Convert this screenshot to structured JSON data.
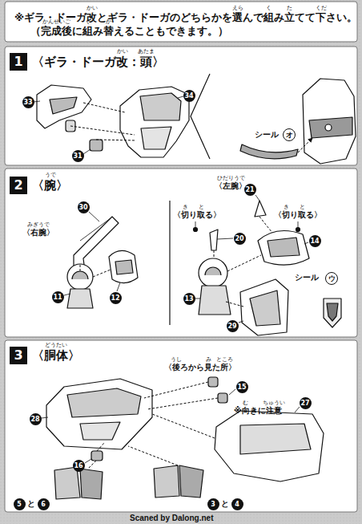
{
  "diagram": {
    "nodes": [
      {
        "text": [
          "1"
        ]
      },
      {
        "text": [
          "2"
        ]
      },
      {
        "text": [
          "3"
        ]
      }
    ],
    "labels": [
      "※ギラ・ドーガ改とギラ・ドーガのどちらかを選んで組み立てて下さい。",
      "（完成後に組み替えることもできます。）",
      "かい",
      "えら",
      "く",
      "た",
      "くだ",
      "かんせいご",
      "く",
      "か",
      "〈ギラ・ドーガ改：頭〉",
      "かい",
      "あたま",
      "33",
      "34",
      "31",
      "シール",
      "オ",
      "〈腕〉",
      "うで",
      "〈右腕〉",
      "みぎうで",
      "30",
      "11",
      "12",
      "〈左腕〉",
      "ひだりうで",
      "〈切り取る〉",
      "き",
      "と",
      "21",
      "〈切り取る〉",
      "き",
      "と",
      "20",
      "14",
      "シール",
      "ウ",
      "13",
      "29",
      "〈胴体〉",
      "どうたい",
      "〈後ろから見た所〉",
      "うし",
      "み",
      "ところ",
      "15",
      "※向きに注意",
      "む",
      "ちゅうい",
      "27",
      "28",
      "16",
      "5",
      "と",
      "6",
      "3",
      "と",
      "4",
      "Scaned by Dalong.net"
    ]
  }
}
